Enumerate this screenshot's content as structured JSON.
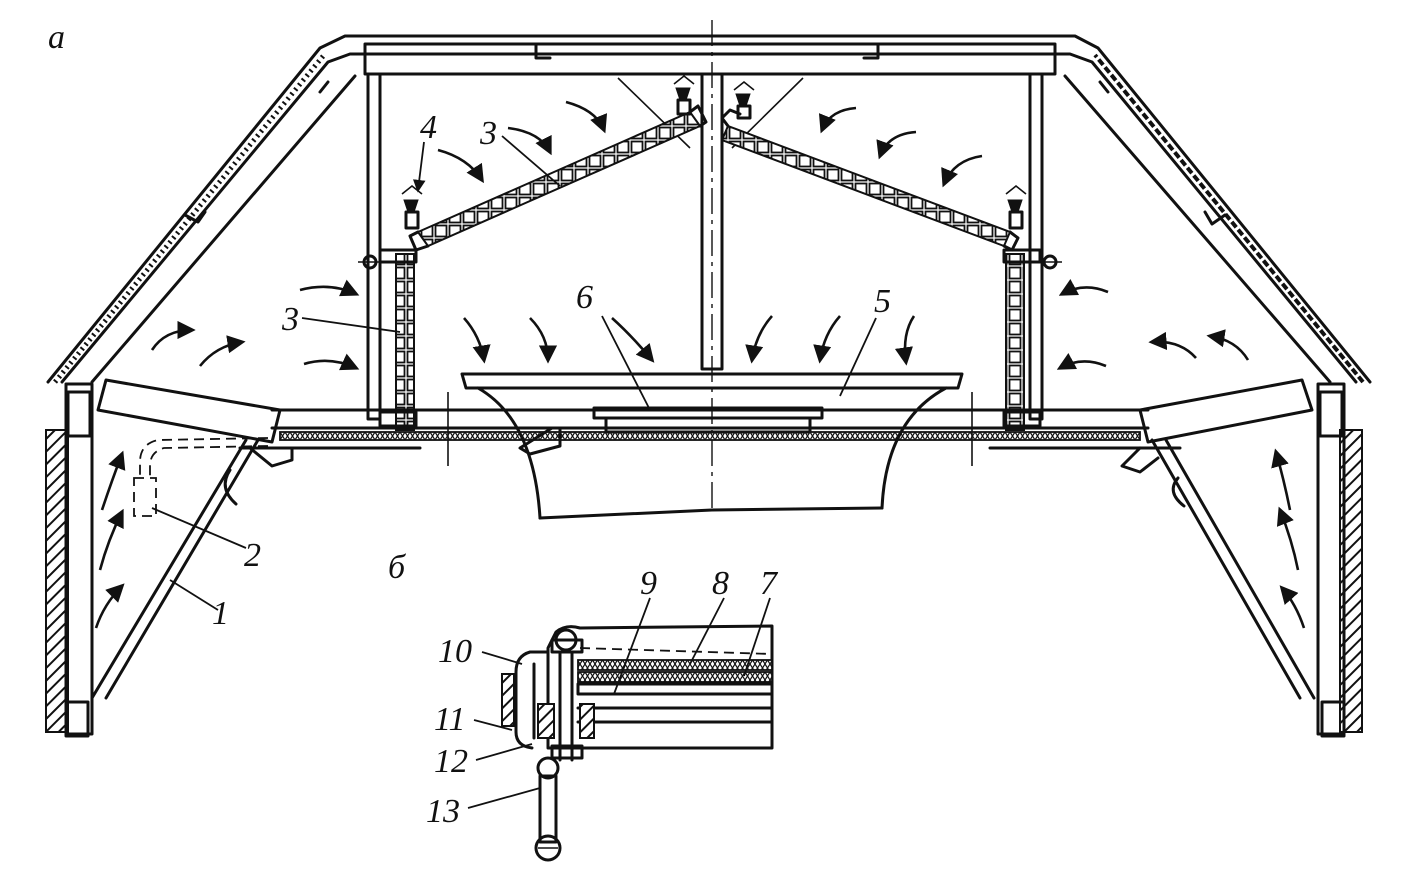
{
  "panel_labels": {
    "a": "а",
    "b": "б"
  },
  "callouts": {
    "c1": "1",
    "c2": "2",
    "c3a": "3",
    "c3b": "3",
    "c4": "4",
    "c5": "5",
    "c6": "6",
    "c7": "7",
    "c8": "8",
    "c9": "9",
    "c10": "10",
    "c11": "11",
    "c12": "12",
    "c13": "13"
  },
  "colors": {
    "ink": "#111111",
    "paper": "#ffffff"
  },
  "icons": {
    "flow": "flow-arrow-icon",
    "fastener": "bolt-icon"
  }
}
